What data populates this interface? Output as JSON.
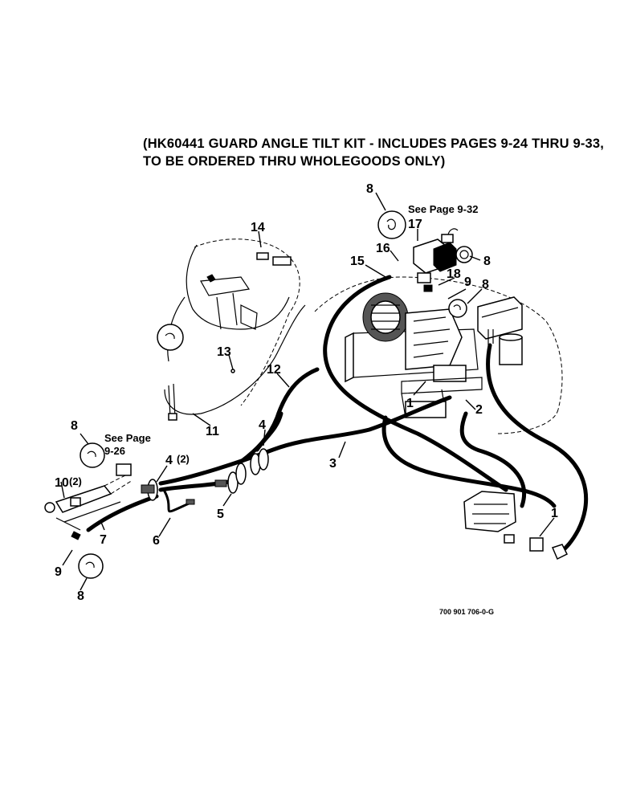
{
  "heading": {
    "line1": "(HK60441 GUARD ANGLE TILT KIT - INCLUDES PAGES 9-24 THRU 9-33,",
    "line2": "TO BE ORDERED THRU WHOLEGOODS ONLY)"
  },
  "references": {
    "top": "See Page 9-32",
    "left_line1": "See Page",
    "left_line2": "9-26"
  },
  "callouts": {
    "c1a": "1",
    "c1b": "1",
    "c2": "2",
    "c3": "3",
    "c4a": "4",
    "c4b": "4",
    "c4b_qty": "(2)",
    "c5": "5",
    "c6": "6",
    "c7": "7",
    "c8a": "8",
    "c8b": "8",
    "c8c": "8",
    "c8d": "8",
    "c8e": "8",
    "c9a": "9",
    "c9b": "9",
    "c10": "10",
    "c10_qty": "(2)",
    "c11": "11",
    "c12": "12",
    "c13": "13",
    "c14": "14",
    "c15": "15",
    "c16": "16",
    "c17": "17",
    "c18": "18"
  },
  "figure_number": "700 901 706-0-G"
}
